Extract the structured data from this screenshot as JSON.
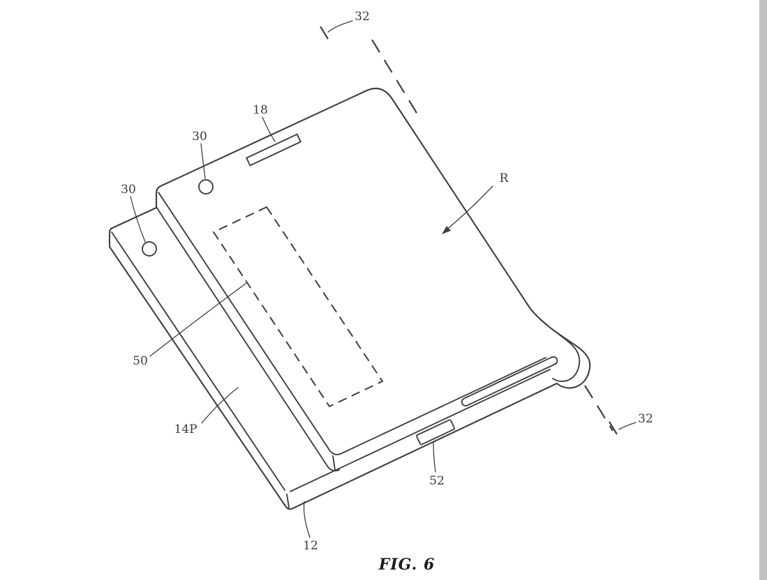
{
  "figure": {
    "caption": "FIG. 6",
    "labels": {
      "axis_top": "32",
      "slot": "18",
      "camera_upper": "30",
      "camera_lower": "30",
      "rotation": "R",
      "region": "50",
      "lower_housing": "14P",
      "bottom_edge": "12",
      "port": "52",
      "axis_bottom": "32"
    },
    "colors": {
      "line": "#3f3f3f",
      "background": "#ffffff",
      "scrollbar": "#c2c2c2"
    }
  }
}
